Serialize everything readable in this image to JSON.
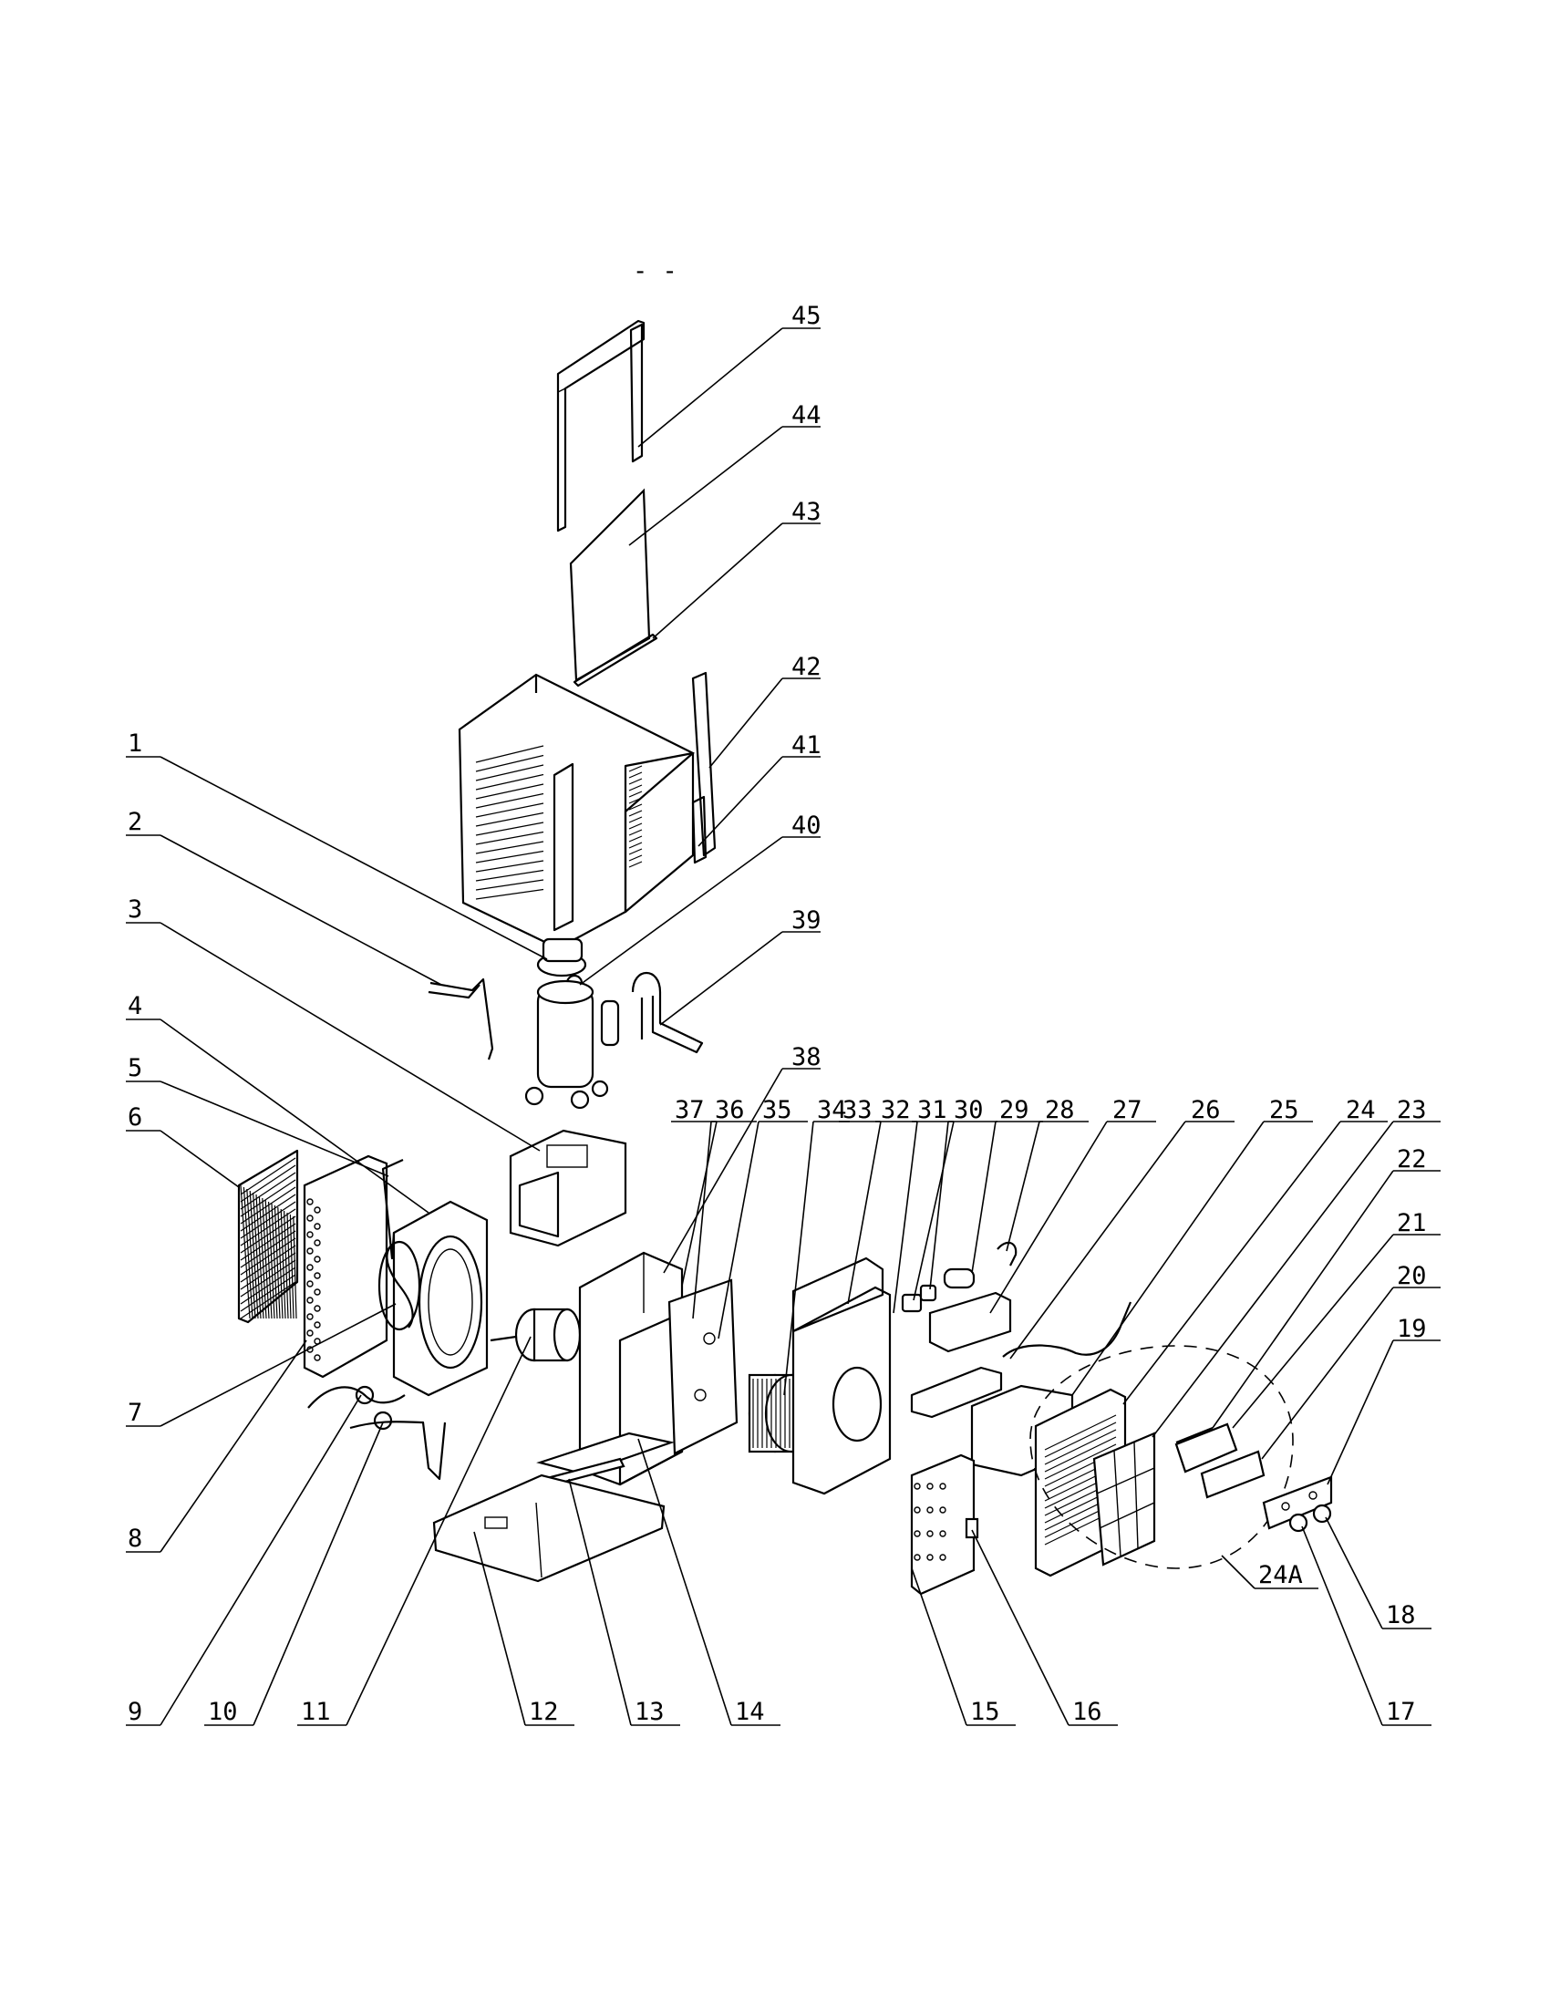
{
  "callouts": [
    {
      "id": "1"
    },
    {
      "id": "2"
    },
    {
      "id": "3"
    },
    {
      "id": "4"
    },
    {
      "id": "5"
    },
    {
      "id": "6"
    },
    {
      "id": "7"
    },
    {
      "id": "8"
    },
    {
      "id": "9"
    },
    {
      "id": "10"
    },
    {
      "id": "11"
    },
    {
      "id": "12"
    },
    {
      "id": "13"
    },
    {
      "id": "14"
    },
    {
      "id": "15"
    },
    {
      "id": "16"
    },
    {
      "id": "17"
    },
    {
      "id": "18"
    },
    {
      "id": "19"
    },
    {
      "id": "20"
    },
    {
      "id": "21"
    },
    {
      "id": "22"
    },
    {
      "id": "23"
    },
    {
      "id": "24"
    },
    {
      "id": "24A"
    },
    {
      "id": "25"
    },
    {
      "id": "26"
    },
    {
      "id": "27"
    },
    {
      "id": "28"
    },
    {
      "id": "29"
    },
    {
      "id": "30"
    },
    {
      "id": "31"
    },
    {
      "id": "32"
    },
    {
      "id": "33"
    },
    {
      "id": "34"
    },
    {
      "id": "35"
    },
    {
      "id": "36"
    },
    {
      "id": "37"
    },
    {
      "id": "38"
    },
    {
      "id": "39"
    },
    {
      "id": "40"
    },
    {
      "id": "41"
    },
    {
      "id": "42"
    },
    {
      "id": "43"
    },
    {
      "id": "44"
    },
    {
      "id": "45"
    }
  ],
  "top_mark": "- -"
}
